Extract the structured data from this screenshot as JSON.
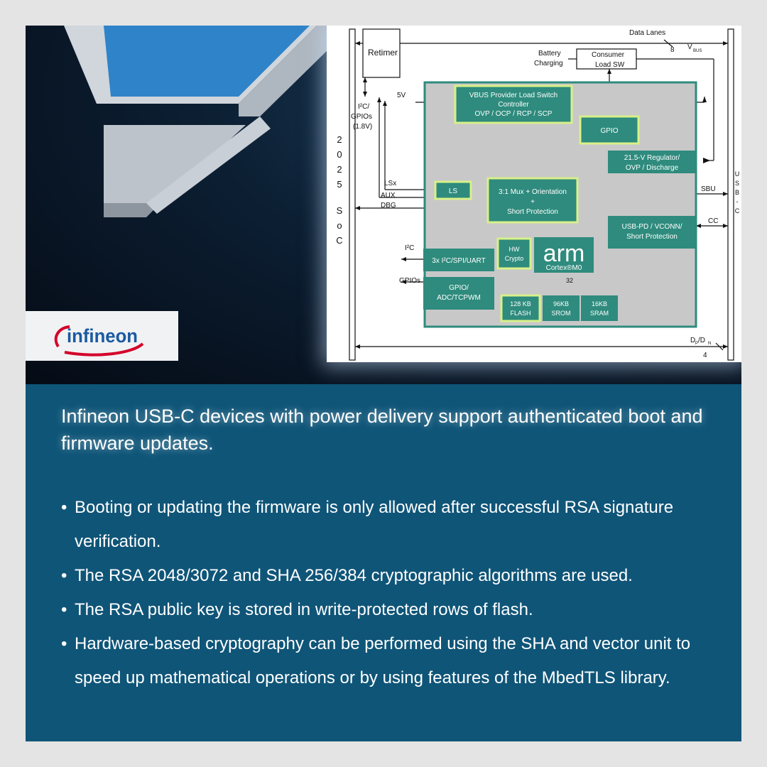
{
  "brand": {
    "logo_text": "infineon",
    "color": "#1a5aa2"
  },
  "colors": {
    "panel_blue": "#0f5578",
    "dark_navy": "#0c1f33",
    "accent_blue": "#2f83c9",
    "block_teal": "#2e8b7d",
    "block_glow": "#d9f089",
    "chip_gray": "#c8c8c8"
  },
  "diagram": {
    "labels": {
      "data_lanes": "Data Lanes",
      "data_lanes_count": "8",
      "vbus": "V",
      "vbus_sub": "BUS",
      "retimer": "Retimer",
      "battery_1": "Battery",
      "battery_2": "Charging",
      "consumer_1": "Consumer",
      "consumer_2": "Load SW",
      "i2c_gpio_1": "I²C/",
      "i2c_gpio_2": "GPIOs",
      "i2c_gpio_3": "(1.8V)",
      "five_v": "5V",
      "soc_chars": [
        "2",
        "0",
        "2",
        "5",
        "S",
        "o",
        "C"
      ],
      "usbc_chars": [
        "U",
        "S",
        "B",
        "-",
        "C"
      ],
      "lsx": "LSx",
      "aux": "AUX",
      "dbg": "DBG",
      "sbu": "SBU",
      "cc": "CC",
      "i2c": "I²C",
      "gpios": "GPIOs",
      "dpdn": "D",
      "dpdn_sub_p": "P",
      "dpdn_mid": "/D",
      "dpdn_sub_n": "N",
      "dpdn_count": "4",
      "bus_width": "32"
    },
    "blocks": {
      "vbus_controller": [
        "VBUS Provider Load Switch",
        "Controller",
        "OVP / OCP / RCP / SCP"
      ],
      "gpio": "GPIO",
      "regulator": [
        "21.5-V Regulator/",
        "OVP / Discharge"
      ],
      "ls": "LS",
      "mux": [
        "3:1 Mux + Orientation",
        "+",
        "Short Protection"
      ],
      "usb_pd": [
        "USB-PD / VCONN/",
        "Short Protection"
      ],
      "serial": "3x I²C/SPI/UART",
      "hw_crypto": [
        "HW",
        "Crypto"
      ],
      "arm_logo": "arm",
      "arm_core": "Cortex®M0",
      "gpio_adc": [
        "GPIO/",
        "ADC/TCPWM"
      ],
      "flash": [
        "128 KB",
        "FLASH"
      ],
      "srom": [
        "96KB",
        "SROM"
      ],
      "sram": [
        "16KB",
        "SRAM"
      ]
    }
  },
  "content": {
    "headline": "Infineon USB-C devices with power delivery support authenticated boot and firmware updates.",
    "bullets": [
      "Booting or updating the firmware is only allowed after successful RSA signature verification.",
      "The RSA 2048/3072 and SHA 256/384 cryptographic algorithms are used.",
      "The RSA public key is stored in write-protected rows of flash.",
      "Hardware-based cryptography can be performed using the SHA and vector unit to speed up mathematical operations or by using features of the MbedTLS library."
    ]
  }
}
